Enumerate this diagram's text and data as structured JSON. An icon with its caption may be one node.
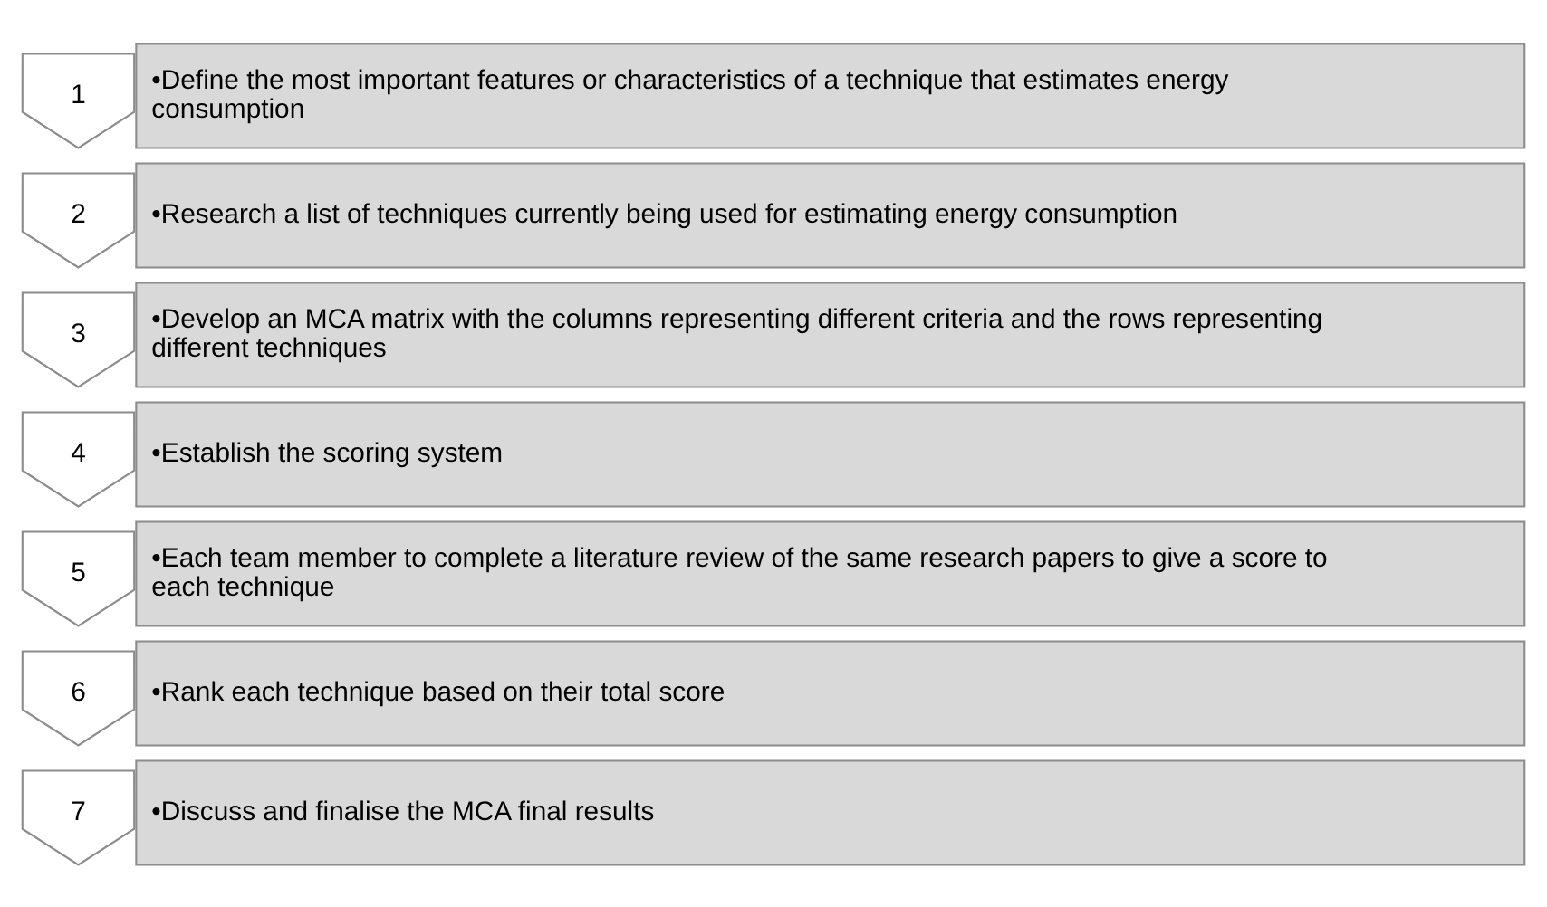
{
  "diagram": {
    "nodes": [
      {
        "text": [
          "1"
        ]
      },
      {
        "text": [
          "•Define the most important features or characteristics of a technique that estimates energy consumption"
        ]
      },
      {
        "text": [
          "2"
        ]
      },
      {
        "text": [
          "•Research a list of techniques currently being used for estimating energy consumption"
        ]
      },
      {
        "text": [
          "3"
        ]
      },
      {
        "text": [
          "•Develop an MCA matrix with the columns representing different criteria and the rows representing different techniques"
        ]
      },
      {
        "text": [
          "4"
        ]
      },
      {
        "text": [
          "•Establish the scoring system"
        ]
      },
      {
        "text": [
          "5"
        ]
      },
      {
        "text": [
          "•Each team member to complete a literature review of the same research papers to give a score to each technique"
        ]
      },
      {
        "text": [
          "6"
        ]
      },
      {
        "text": [
          "•Rank each technique based on their total score"
        ]
      },
      {
        "text": [
          "7"
        ]
      },
      {
        "text": [
          "•Discuss and finalise the MCA final results"
        ]
      }
    ]
  }
}
